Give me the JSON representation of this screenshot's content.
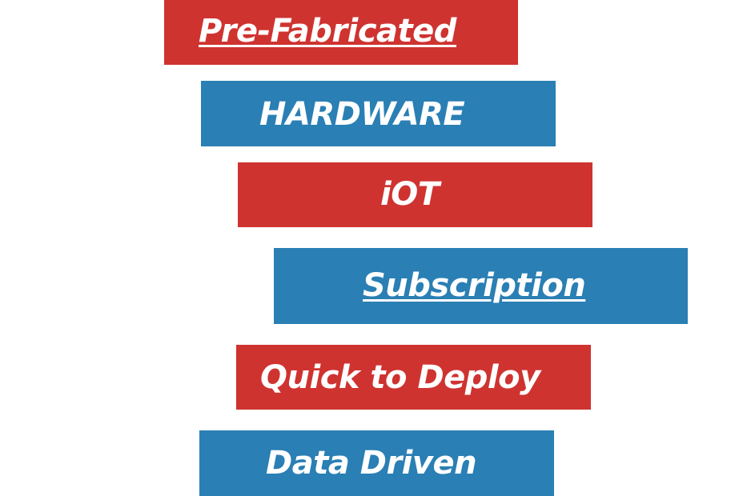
{
  "bands": [
    {
      "label": "Pre-Fabricated",
      "color": "#cf3330",
      "linked": true
    },
    {
      "label": "HARDWARE",
      "color": "#2a7fb4",
      "linked": false
    },
    {
      "label": "iOT",
      "color": "#cf3330",
      "linked": false
    },
    {
      "label": "Subscription",
      "color": "#2a7fb4",
      "linked": true
    },
    {
      "label": "Quick to Deploy",
      "color": "#cf3330",
      "linked": false
    },
    {
      "label": "Data Driven",
      "color": "#2a7fb4",
      "linked": false
    }
  ]
}
